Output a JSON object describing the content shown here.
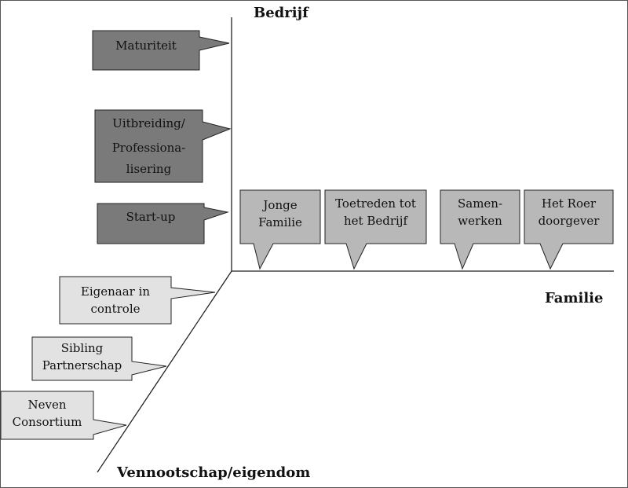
{
  "axes": {
    "bedrijf": "Bedrijf",
    "familie": "Familie",
    "vennootschap": "Vennootschap/eigendom"
  },
  "bedrijf_stages": [
    {
      "lines": [
        "Maturiteit"
      ]
    },
    {
      "lines": [
        "Uitbreiding/",
        "Professiona-",
        "lisering"
      ]
    },
    {
      "lines": [
        "Start-up"
      ]
    }
  ],
  "familie_stages": [
    {
      "lines": [
        "Jonge",
        "Familie"
      ]
    },
    {
      "lines": [
        "Toetreden tot",
        "het Bedrijf"
      ]
    },
    {
      "lines": [
        "Samen-",
        "werken"
      ]
    },
    {
      "lines": [
        "Het Roer",
        "doorgever"
      ]
    }
  ],
  "eigendom_stages": [
    {
      "lines": [
        "Eigenaar in",
        "controle"
      ]
    },
    {
      "lines": [
        "Sibling",
        "Partnerschap"
      ]
    },
    {
      "lines": [
        "Neven",
        "Consortium"
      ]
    }
  ],
  "colors": {
    "dark_callout": "#7a7a7a",
    "medium_callout": "#b8b8b8",
    "light_callout": "#e2e2e2",
    "stroke": "#222222"
  }
}
